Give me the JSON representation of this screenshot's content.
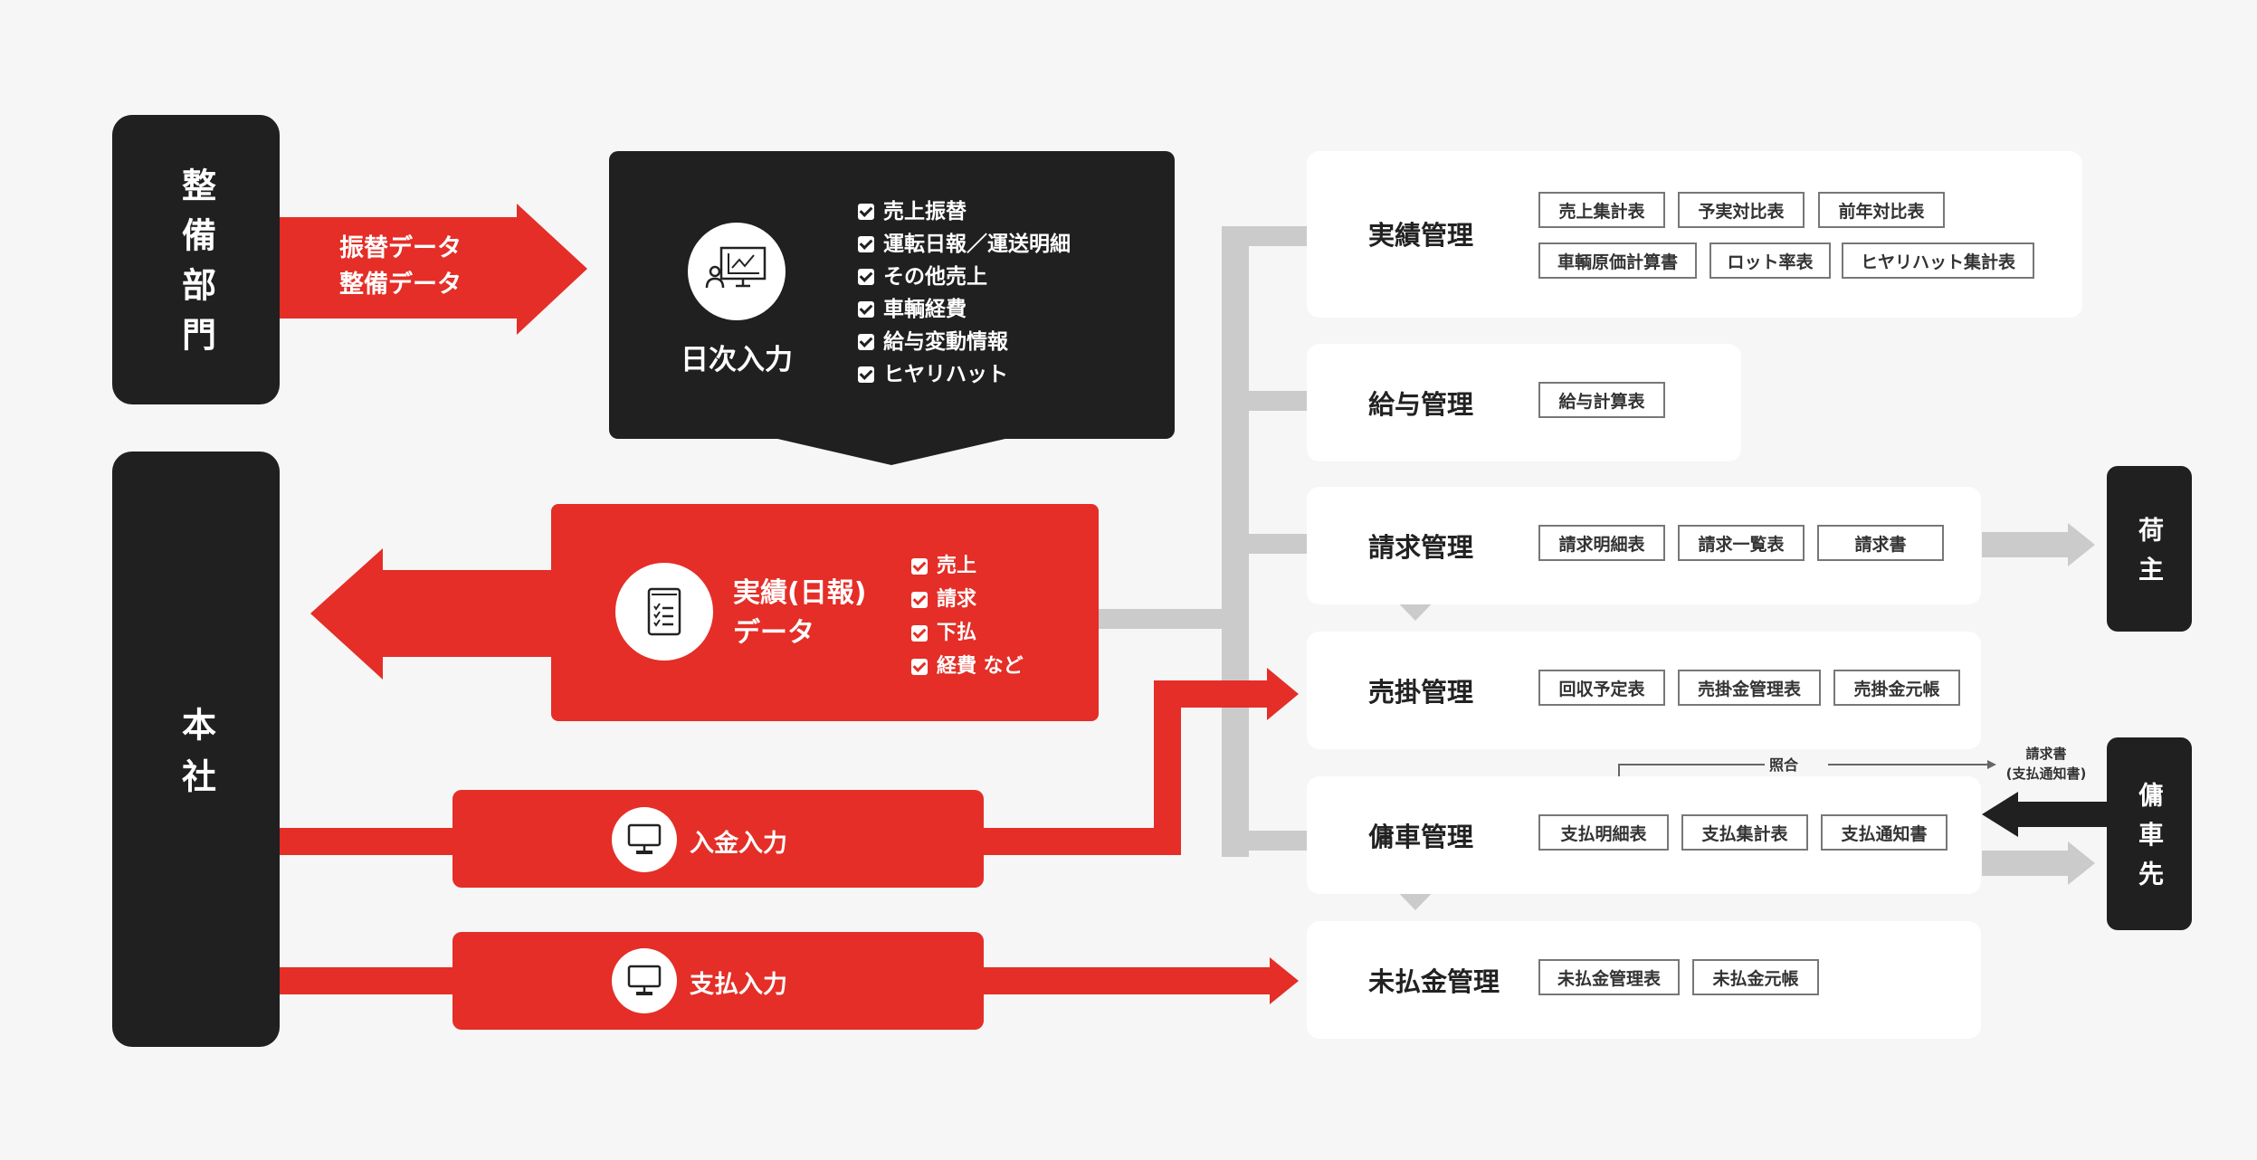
{
  "colors": {
    "accent": "#e42e27",
    "dark": "#202020",
    "connector": "#cbcbcb",
    "background": "#f6f6f6",
    "card": "#ffffff"
  },
  "actors": {
    "maintenance": {
      "label": "整備部門",
      "chars": [
        "整",
        "備",
        "部",
        "門"
      ]
    },
    "headquarters": {
      "label": "本社",
      "chars": [
        "本",
        "社"
      ]
    },
    "shipper": {
      "label": "荷主",
      "chars": [
        "荷",
        "主"
      ]
    },
    "charter": {
      "label": "傭車先",
      "chars": [
        "傭",
        "車",
        "先"
      ]
    }
  },
  "maintenance_arrow": {
    "lines": [
      "振替データ",
      "整備データ"
    ]
  },
  "daily_input": {
    "title": "日次入力",
    "icon": "presentation-chart-icon",
    "items": [
      "売上振替",
      "運転日報／運送明細",
      "その他売上",
      "車輌経費",
      "給与変動情報",
      "ヒヤリハット"
    ]
  },
  "results_data": {
    "title_lines": [
      "実績(日報)",
      "データ"
    ],
    "icon": "clipboard-checklist-icon",
    "items": [
      "売上",
      "請求",
      "下払",
      "経費 など"
    ]
  },
  "payment_receipt": {
    "label": "入金入力",
    "icon": "monitor-icon"
  },
  "payment_out": {
    "label": "支払入力",
    "icon": "monitor-icon"
  },
  "modules": [
    {
      "title": "実績管理",
      "docs": [
        "売上集計表",
        "予実対比表",
        "前年対比表",
        "車輌原価計算書",
        "ロット率表",
        "ヒヤリハット集計表"
      ]
    },
    {
      "title": "給与管理",
      "docs": [
        "給与計算表"
      ]
    },
    {
      "title": "請求管理",
      "docs": [
        "請求明細表",
        "請求一覧表",
        "請求書"
      ]
    },
    {
      "title": "売掛管理",
      "docs": [
        "回収予定表",
        "売掛金管理表",
        "売掛金元帳"
      ]
    },
    {
      "title": "傭車管理",
      "docs": [
        "支払明細表",
        "支払集計表",
        "支払通知書"
      ]
    },
    {
      "title": "未払金管理",
      "docs": [
        "未払金管理表",
        "未払金元帳"
      ]
    }
  ],
  "reconcile": {
    "label": "照合",
    "invoice_lines": [
      "請求書",
      "(支払通知書)"
    ]
  }
}
